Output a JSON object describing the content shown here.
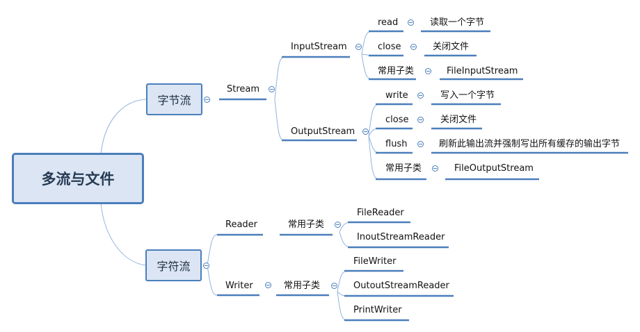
{
  "root": {
    "label": "多流与文件"
  },
  "byte": {
    "label": "字节流",
    "stream": "Stream",
    "input": {
      "label": "InputStream",
      "items": [
        {
          "key": "read",
          "desc": "读取一个字节"
        },
        {
          "key": "close",
          "desc": "关闭文件"
        },
        {
          "key": "常用子类",
          "desc": "FileInputStream"
        }
      ]
    },
    "output": {
      "label": "OutputStream",
      "items": [
        {
          "key": "write",
          "desc": "写入一个字节"
        },
        {
          "key": "close",
          "desc": "关闭文件"
        },
        {
          "key": "flush",
          "desc": "刷新此输出流并强制写出所有缓存的输出字节"
        },
        {
          "key": "常用子类",
          "desc": "FileOutputStream"
        }
      ]
    }
  },
  "char": {
    "label": "字符流",
    "reader": {
      "label": "Reader",
      "sub": "常用子类",
      "items": [
        "FileReader",
        "InoutStreamReader"
      ]
    },
    "writer": {
      "label": "Writer",
      "sub": "常用子类",
      "items": [
        "FileWriter",
        "OutoutStreamReader",
        "PrintWriter"
      ]
    }
  },
  "colors": {
    "line": "#4a7ebb",
    "box_fill": "#dbe5f3",
    "curve": "#93b3dc"
  }
}
